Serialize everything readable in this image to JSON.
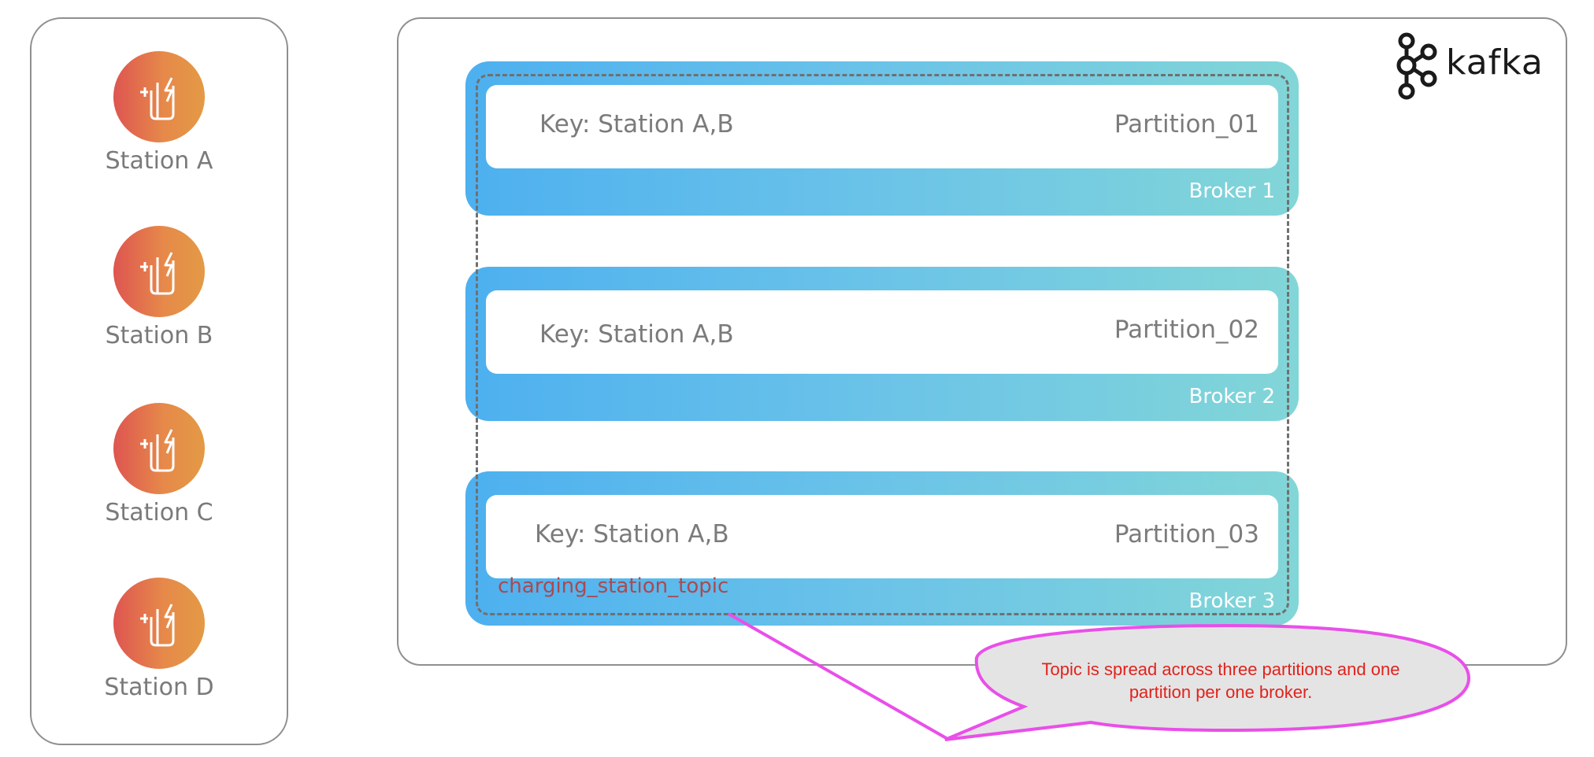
{
  "stations": [
    {
      "label": "Station A"
    },
    {
      "label": "Station B"
    },
    {
      "label": "Station C"
    },
    {
      "label": "Station D"
    }
  ],
  "kafka": {
    "logo_text": "kafka",
    "topic_name": "charging_station_topic",
    "brokers": [
      {
        "key": "Key: Station A,B",
        "partition": "Partition_01",
        "broker": "Broker 1"
      },
      {
        "key": "Key: Station A,B",
        "partition": "Partition_02",
        "broker": "Broker 2"
      },
      {
        "key": "Key: Station A,B",
        "partition": "Partition_03",
        "broker": "Broker 3"
      }
    ]
  },
  "callout": {
    "line1": "Topic is spread across three partitions and one",
    "line2": "partition per one broker."
  },
  "colors": {
    "callout_border": "#e94fe9",
    "callout_text": "#e0231d",
    "broker_gradient_start": "#4db0ef",
    "broker_gradient_end": "#82d6d7",
    "station_gradient_start": "#de5550",
    "station_gradient_end": "#e39a45"
  }
}
